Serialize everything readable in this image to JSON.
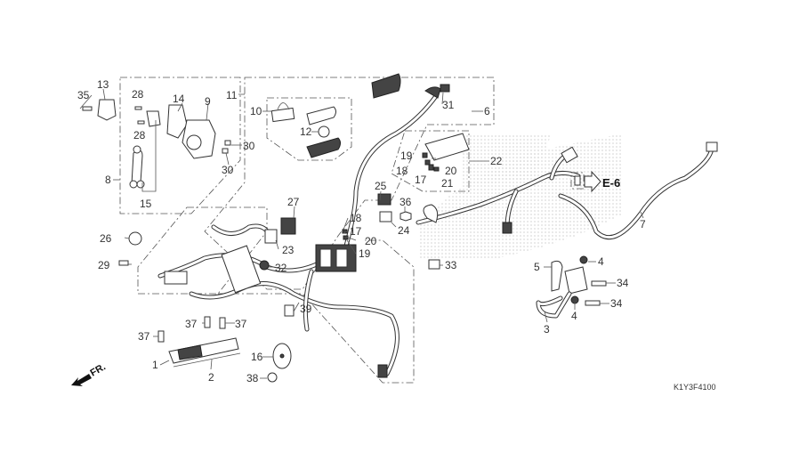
{
  "diagram": {
    "title": "Wire Harness / Ignition Coil parts diagram",
    "diagram_code": "K1Y3F4100",
    "reference_tag": "E-6",
    "direction_label": "FR.",
    "callouts": [
      {
        "id": "c1",
        "label": "1"
      },
      {
        "id": "c2",
        "label": "2"
      },
      {
        "id": "c3",
        "label": "3"
      },
      {
        "id": "c4a",
        "label": "4"
      },
      {
        "id": "c4b",
        "label": "4"
      },
      {
        "id": "c5",
        "label": "5"
      },
      {
        "id": "c6",
        "label": "6"
      },
      {
        "id": "c7",
        "label": "7"
      },
      {
        "id": "c8",
        "label": "8"
      },
      {
        "id": "c9",
        "label": "9"
      },
      {
        "id": "c10",
        "label": "10"
      },
      {
        "id": "c11",
        "label": "11"
      },
      {
        "id": "c12",
        "label": "12"
      },
      {
        "id": "c13",
        "label": "13"
      },
      {
        "id": "c14",
        "label": "14"
      },
      {
        "id": "c15",
        "label": "15"
      },
      {
        "id": "c16",
        "label": "16"
      },
      {
        "id": "c17a",
        "label": "17"
      },
      {
        "id": "c17b",
        "label": "17"
      },
      {
        "id": "c18a",
        "label": "18"
      },
      {
        "id": "c18b",
        "label": "18"
      },
      {
        "id": "c19a",
        "label": "19"
      },
      {
        "id": "c19b",
        "label": "19"
      },
      {
        "id": "c20a",
        "label": "20"
      },
      {
        "id": "c20b",
        "label": "20"
      },
      {
        "id": "c21",
        "label": "21"
      },
      {
        "id": "c22",
        "label": "22"
      },
      {
        "id": "c23",
        "label": "23"
      },
      {
        "id": "c24",
        "label": "24"
      },
      {
        "id": "c25",
        "label": "25"
      },
      {
        "id": "c26",
        "label": "26"
      },
      {
        "id": "c27",
        "label": "27"
      },
      {
        "id": "c28a",
        "label": "28"
      },
      {
        "id": "c28b",
        "label": "28"
      },
      {
        "id": "c29",
        "label": "29"
      },
      {
        "id": "c30a",
        "label": "30"
      },
      {
        "id": "c30b",
        "label": "30"
      },
      {
        "id": "c31",
        "label": "31"
      },
      {
        "id": "c32",
        "label": "32"
      },
      {
        "id": "c33",
        "label": "33"
      },
      {
        "id": "c34a",
        "label": "34"
      },
      {
        "id": "c34b",
        "label": "34"
      },
      {
        "id": "c35",
        "label": "35"
      },
      {
        "id": "c36",
        "label": "36"
      },
      {
        "id": "c37a",
        "label": "37"
      },
      {
        "id": "c37b",
        "label": "37"
      },
      {
        "id": "c37c",
        "label": "37"
      },
      {
        "id": "c38",
        "label": "38"
      },
      {
        "id": "c39",
        "label": "39"
      }
    ]
  }
}
